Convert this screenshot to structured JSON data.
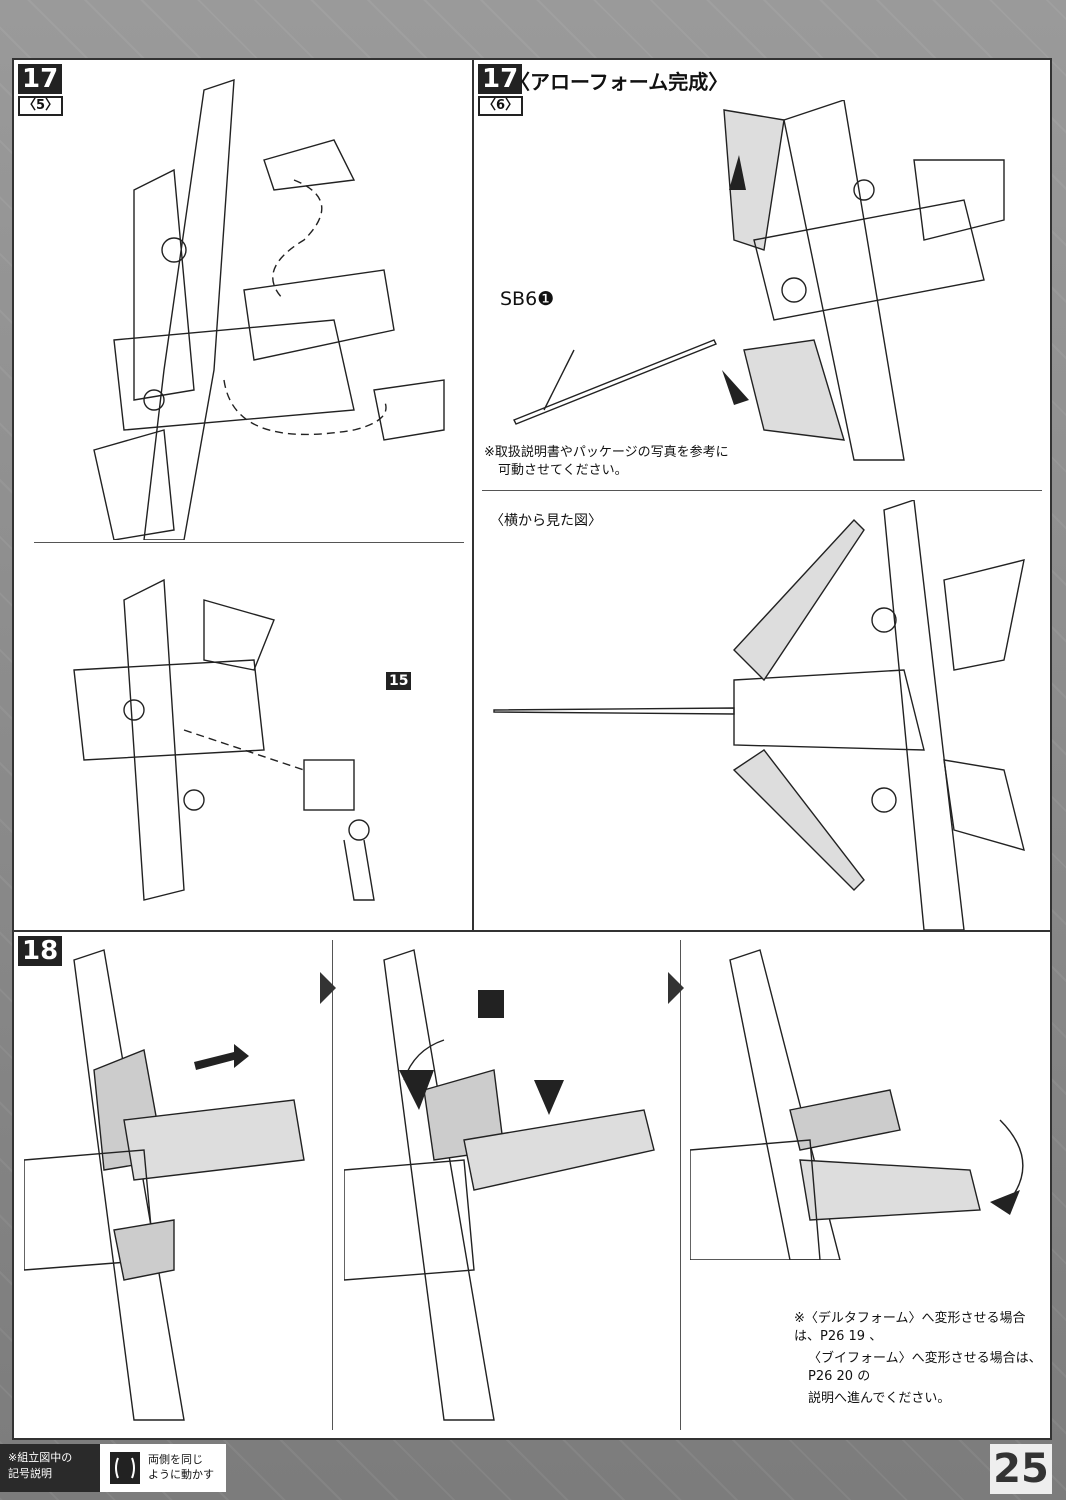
{
  "steps": {
    "s17_5": {
      "num": "17",
      "sub": "5"
    },
    "s17_6": {
      "num": "17",
      "sub": "6",
      "title": "〈アローフォーム完成〉",
      "part_label": "SB6❶",
      "note_line1": "※取扱説明書やパッケージの写真を参考に",
      "note_line2": "可動させてください。"
    },
    "side_view": {
      "title": "〈横から見た図〉"
    },
    "part_15": "15",
    "s18": {
      "num": "18",
      "note_line1": "※〈デルタフォーム〉へ変形させる場合は、P26 19 、",
      "note_line2": "〈ブイフォーム〉へ変形させる場合は、P26 20 の",
      "note_line3": "説明へ進んでください。"
    }
  },
  "legend": {
    "label_line1": "※組立図中の",
    "label_line2": "記号説明",
    "symbol_line1": "両側を同じ",
    "symbol_line2": "ように動かす"
  },
  "page_number": "25"
}
